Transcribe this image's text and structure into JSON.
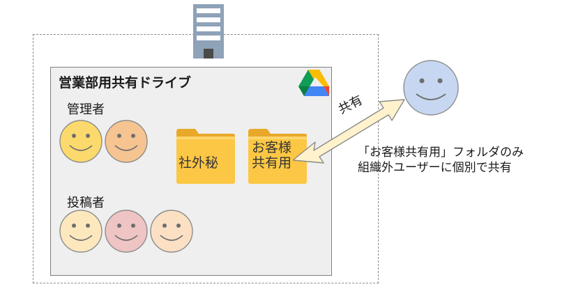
{
  "drive": {
    "title": "営業部用共有ドライブ",
    "logo_icon": "google-drive-icon"
  },
  "roles": {
    "admin_label": "管理者",
    "poster_label": "投稿者"
  },
  "admins": [
    {
      "icon": "smiley-face-icon",
      "color": "#fbd96c"
    },
    {
      "icon": "smiley-face-icon",
      "color": "#f6c491"
    }
  ],
  "posters": [
    {
      "icon": "smiley-face-icon",
      "color": "#fde8be"
    },
    {
      "icon": "smiley-face-icon",
      "color": "#efc4c4"
    },
    {
      "icon": "smiley-face-icon",
      "color": "#fbe0c4"
    }
  ],
  "folders": {
    "secret": {
      "label": "社外秘",
      "icon": "folder-icon",
      "color": "#fcc745"
    },
    "shared": {
      "line1": "お客様",
      "line2": "共有用",
      "icon": "folder-icon",
      "color": "#fcc745"
    }
  },
  "share": {
    "label": "共有",
    "arrow_icon": "double-arrow-icon",
    "arrow_color": "#fff2cc"
  },
  "external_user": {
    "icon": "smiley-face-icon",
    "color": "#c8d7f1"
  },
  "note": {
    "line1": "「お客様共有用」フォルダのみ",
    "line2": "組織外ユーザーに個別で共有"
  },
  "organization": {
    "building_icon": "building-icon",
    "color": "#8ea2b8"
  }
}
